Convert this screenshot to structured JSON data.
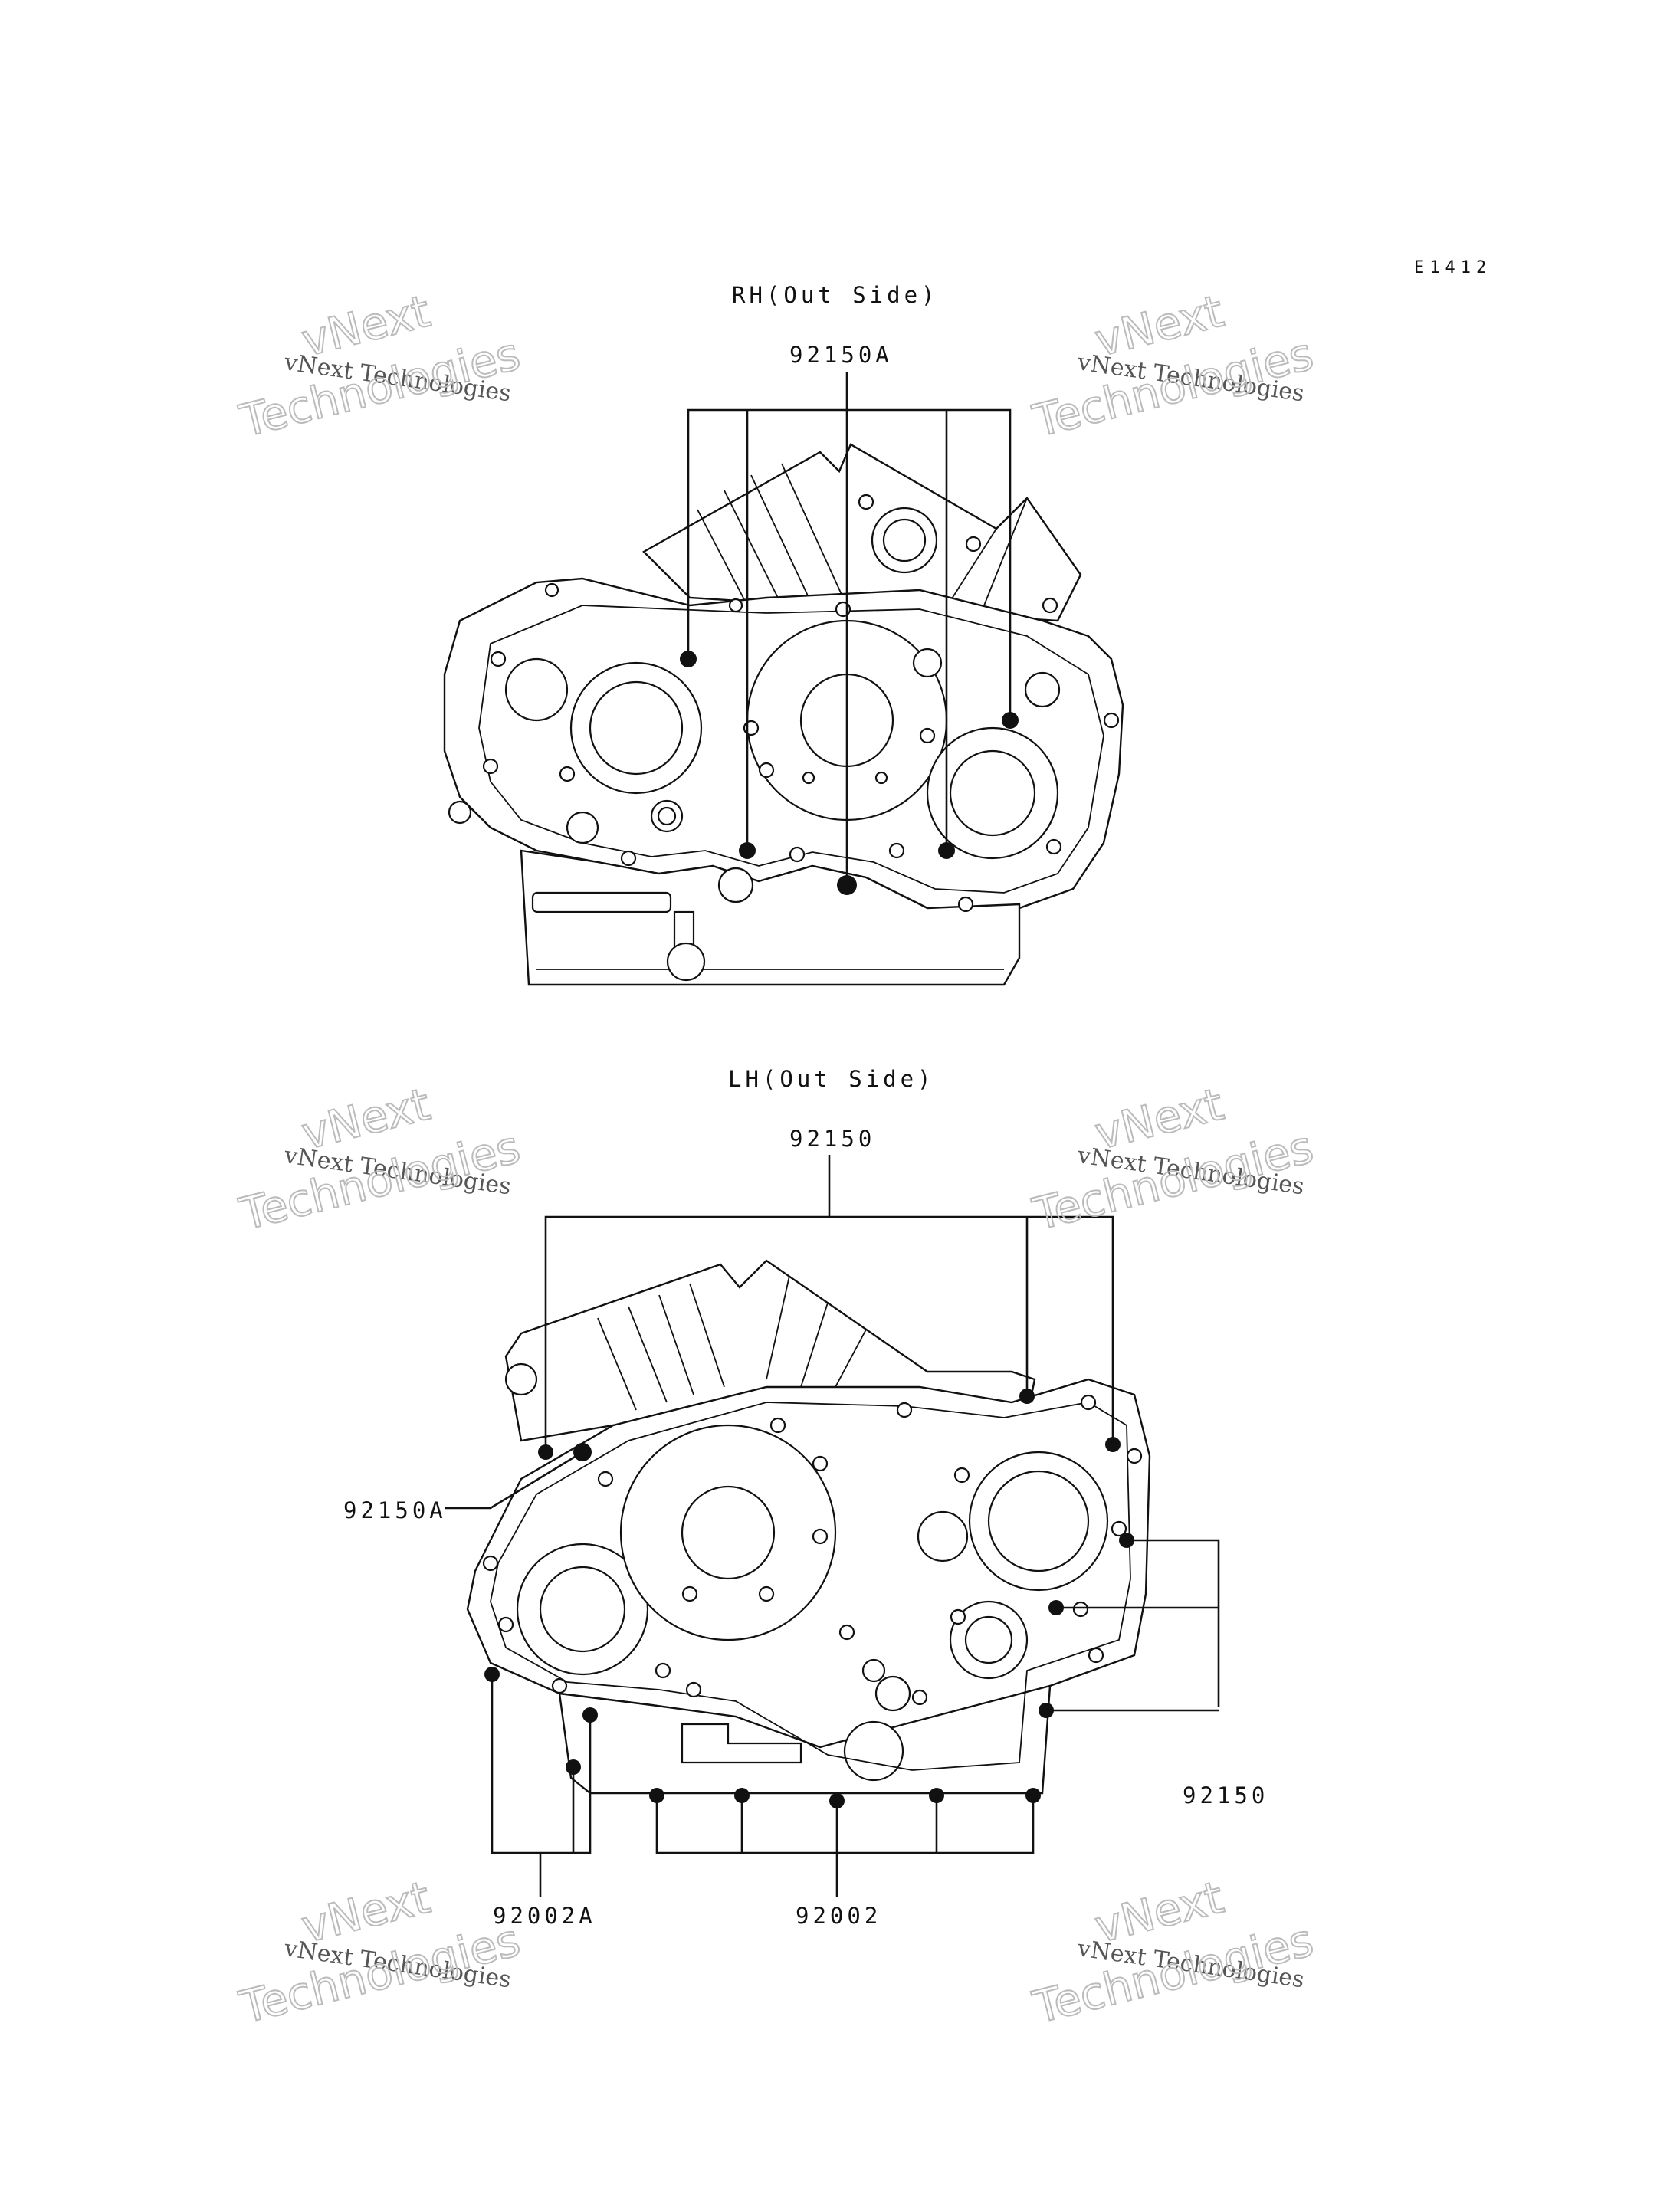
{
  "figure_code": "E1412",
  "views": {
    "rh": {
      "title": "RH(Out Side)",
      "callout": "92150A"
    },
    "lh": {
      "title": "LH(Out Side)",
      "callout_top": "92150",
      "callout_left": "92150A",
      "callout_right": "92150",
      "callout_bottom_left": "92002A",
      "callout_bottom": "92002"
    }
  },
  "watermark": {
    "line1": "vNext",
    "line2": "vNext Technologies",
    "line3": "Technologies"
  }
}
